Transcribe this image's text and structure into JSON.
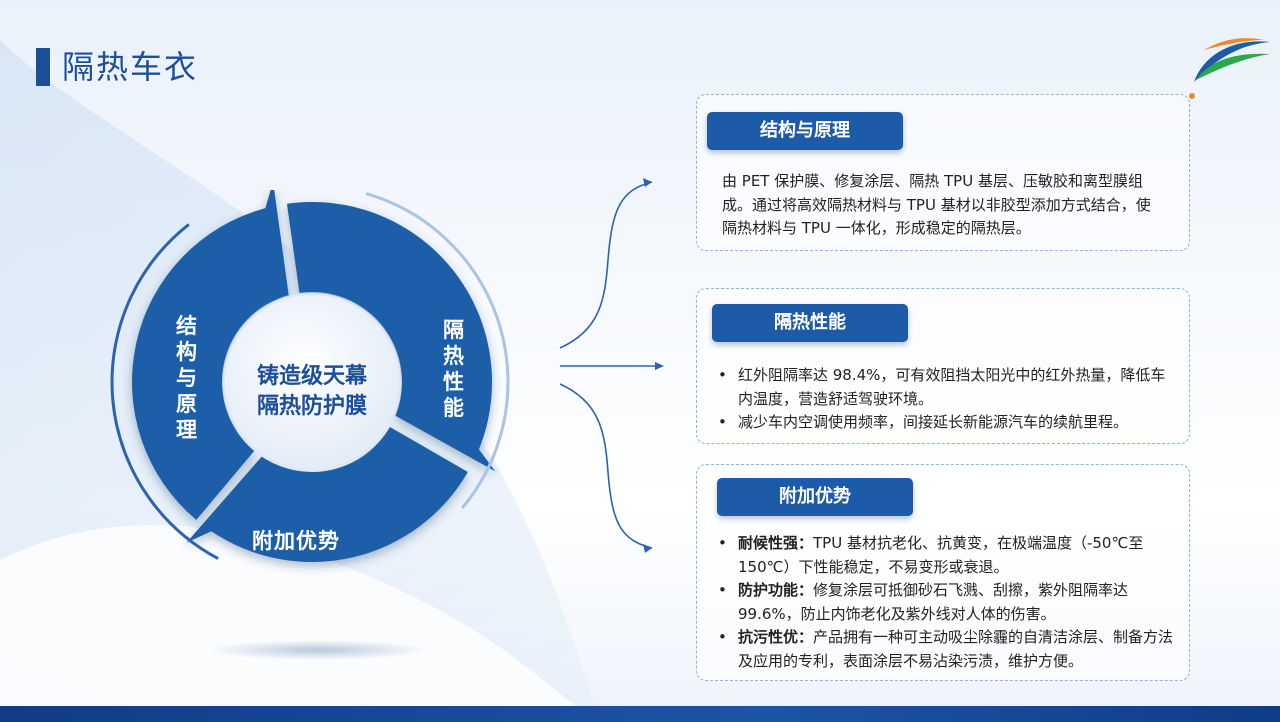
{
  "title": "隔热车衣",
  "center": {
    "line1": "铸造级天幕",
    "line2": "隔热防护膜"
  },
  "wheel_labels": {
    "left": "结构与原理",
    "right": "隔热性能",
    "bottom": "附加优势"
  },
  "colors": {
    "primary": "#1d4f99",
    "segment": "#1f5ea8",
    "tag": "#1d5aa8",
    "dashed_border": "#8fb4de"
  },
  "panels": {
    "structure": {
      "tag": "结构与原理",
      "text": "由 PET 保护膜、修复涂层、隔热 TPU 基层、压敏胶和离型膜组成。通过将高效隔热材料与 TPU 基材以非胶型添加方式结合，使隔热材料与 TPU 一体化，形成稳定的隔热层。"
    },
    "insulation": {
      "tag": "隔热性能",
      "bullets": [
        "红外阻隔率达 98.4%，可有效阻挡太阳光中的红外热量，降低车内温度，营造舒适驾驶环境。",
        "减少车内空调使用频率，间接延长新能源汽车的续航里程。"
      ]
    },
    "advantages": {
      "tag": "附加优势",
      "items": [
        {
          "label": "耐候性强：",
          "text": "TPU 基材抗老化、抗黄变，在极端温度（-50℃至 150℃）下性能稳定，不易变形或衰退。"
        },
        {
          "label": "防护功能：",
          "text": "修复涂层可抵御砂石飞溅、刮擦，紫外阻隔率达 99.6%，防止内饰老化及紫外线对人体的伤害。"
        },
        {
          "label": "抗污性优：",
          "text": "产品拥有一种可主动吸尘除霾的自清洁涂层、制备方法及应用的专利，表面涂层不易沾染污渍，维护方便。"
        }
      ]
    }
  }
}
